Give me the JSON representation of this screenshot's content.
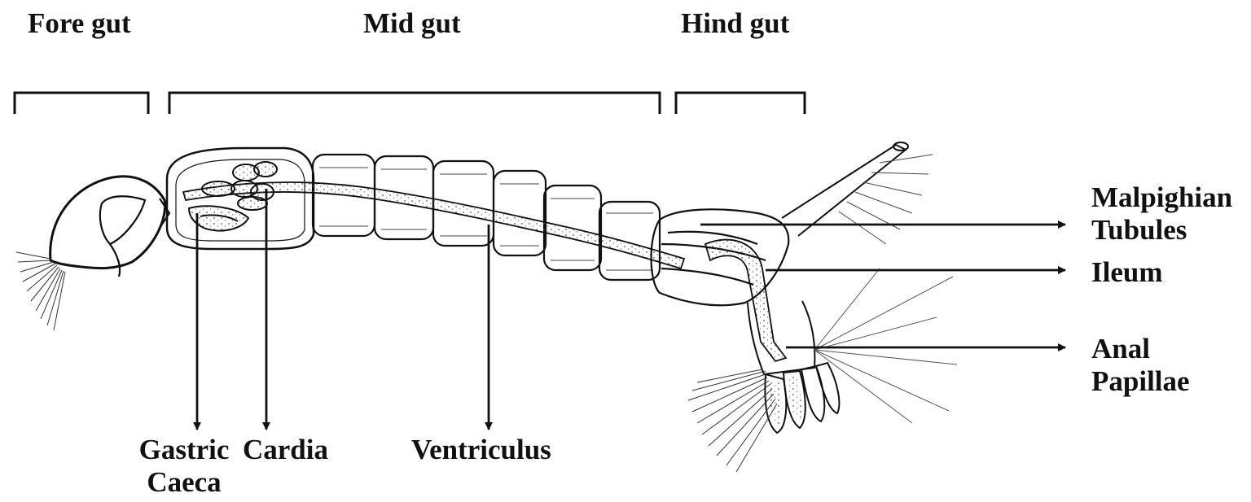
{
  "regions": {
    "fore_gut": "Fore gut",
    "mid_gut": "Mid gut",
    "hind_gut": "Hind gut"
  },
  "labels": {
    "malpighian_1": "Malpighian",
    "malpighian_2": "Tubules",
    "ileum": "Ileum",
    "anal_1": "Anal",
    "anal_2": "Papillae",
    "gastric_1": "Gastric",
    "gastric_2": "Caeca",
    "cardia": "Cardia",
    "ventriculus": "Ventriculus"
  },
  "colors": {
    "ink": "#111111",
    "background": "#ffffff"
  }
}
